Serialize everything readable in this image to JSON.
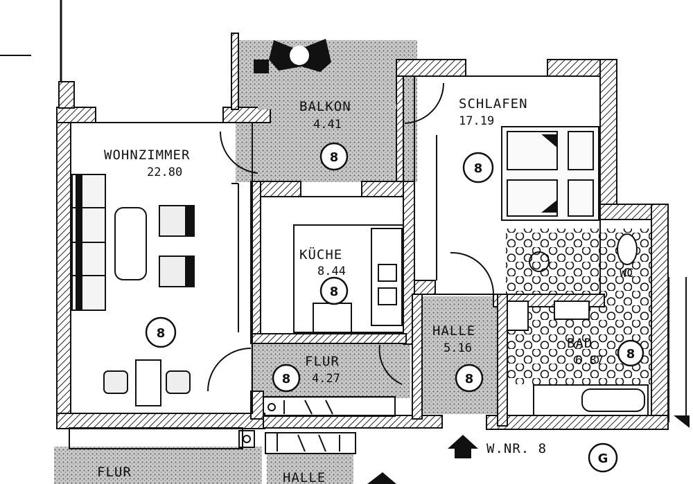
{
  "rooms": {
    "wohnzimmer": {
      "name": "WOHNZIMMER",
      "area": "22.80",
      "unit": "8"
    },
    "balkon": {
      "name": "BALKON",
      "area": "4.41",
      "unit": "8"
    },
    "schlafen": {
      "name": "SCHLAFEN",
      "area": "17.19",
      "unit": "8"
    },
    "kueche": {
      "name": "KÜCHE",
      "area": "8.44",
      "unit": "8"
    },
    "flur": {
      "name": "FLUR",
      "area": "4.27",
      "unit": "8"
    },
    "halle": {
      "name": "HALLE",
      "area": "5.16",
      "unit": "8"
    },
    "bad": {
      "name": "BAD",
      "area": "6.87",
      "unit": "8"
    },
    "wc": {
      "name": "WC"
    }
  },
  "lower": {
    "flur": "FLUR",
    "halle": "HALLE"
  },
  "entrance": {
    "label": "W.NR. 8",
    "marker": "G"
  },
  "colors": {
    "ink": "#111111",
    "hatch": "#222222",
    "stipple": "#9a9a9a"
  }
}
